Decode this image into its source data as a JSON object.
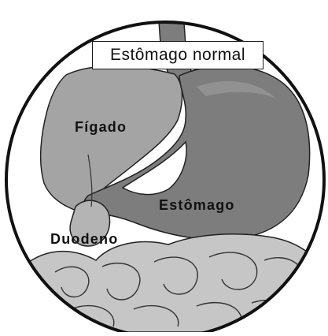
{
  "title": "Estômago normal",
  "labels": {
    "liver": "Fígado",
    "stomach": "Estômago",
    "duodenum": "Duodeno"
  },
  "colors": {
    "background": "#ffffff",
    "outline": "#111111",
    "liver": "#a4a4a4",
    "stomach": "#7d7d7d",
    "stomach_light": "#9a9a9a",
    "intestine": "#c6c6c6"
  }
}
